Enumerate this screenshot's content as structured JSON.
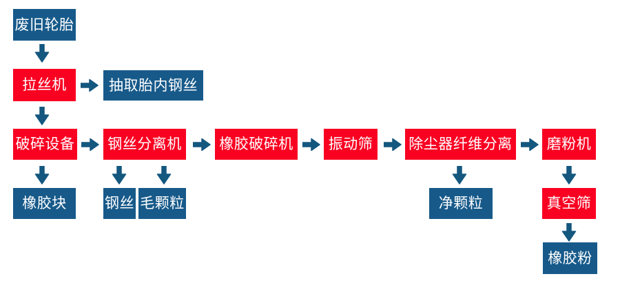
{
  "colors": {
    "box_blue": "#175A8A",
    "box_red": "#F90222",
    "arrow": "#14577F",
    "text": "#FFFFFF",
    "background": "#FFFFFF"
  },
  "flowchart": {
    "nodes": [
      {
        "id": "waste-tires",
        "label": "废旧轮胎",
        "color": "blue"
      },
      {
        "id": "wire-drawing-machine",
        "label": "拉丝机",
        "color": "red"
      },
      {
        "id": "extract-tire-steel-wire",
        "label": "抽取胎内钢丝",
        "color": "blue"
      },
      {
        "id": "crushing-equipment",
        "label": "破碎设备",
        "color": "red"
      },
      {
        "id": "rubber-block",
        "label": "橡胶块",
        "color": "blue"
      },
      {
        "id": "steel-wire-separator",
        "label": "钢丝分离机",
        "color": "red"
      },
      {
        "id": "steel-wire",
        "label": "钢丝",
        "color": "blue"
      },
      {
        "id": "rough-granules",
        "label": "毛颗粒",
        "color": "blue"
      },
      {
        "id": "rubber-crusher",
        "label": "橡胶破碎机",
        "color": "red"
      },
      {
        "id": "vibrating-screen",
        "label": "振动筛",
        "color": "red"
      },
      {
        "id": "dust-collector-fiber-separation",
        "label": "除尘器纤维分离",
        "color": "red"
      },
      {
        "id": "clean-granules",
        "label": "净颗粒",
        "color": "blue"
      },
      {
        "id": "grinding-machine",
        "label": "磨粉机",
        "color": "red"
      },
      {
        "id": "vacuum-screen",
        "label": "真空筛",
        "color": "red"
      },
      {
        "id": "rubber-powder",
        "label": "橡胶粉",
        "color": "blue"
      }
    ],
    "edges": [
      {
        "from": "waste-tires",
        "to": "wire-drawing-machine",
        "direction": "down"
      },
      {
        "from": "wire-drawing-machine",
        "to": "extract-tire-steel-wire",
        "direction": "right"
      },
      {
        "from": "wire-drawing-machine",
        "to": "crushing-equipment",
        "direction": "down"
      },
      {
        "from": "crushing-equipment",
        "to": "steel-wire-separator",
        "direction": "right"
      },
      {
        "from": "crushing-equipment",
        "to": "rubber-block",
        "direction": "down"
      },
      {
        "from": "steel-wire-separator",
        "to": "steel-wire",
        "direction": "down"
      },
      {
        "from": "steel-wire-separator",
        "to": "rough-granules",
        "direction": "down"
      },
      {
        "from": "steel-wire-separator",
        "to": "rubber-crusher",
        "direction": "right"
      },
      {
        "from": "rubber-crusher",
        "to": "vibrating-screen",
        "direction": "right"
      },
      {
        "from": "vibrating-screen",
        "to": "dust-collector-fiber-separation",
        "direction": "right"
      },
      {
        "from": "dust-collector-fiber-separation",
        "to": "clean-granules",
        "direction": "down"
      },
      {
        "from": "dust-collector-fiber-separation",
        "to": "grinding-machine",
        "direction": "right"
      },
      {
        "from": "grinding-machine",
        "to": "vacuum-screen",
        "direction": "down"
      },
      {
        "from": "vacuum-screen",
        "to": "rubber-powder",
        "direction": "down"
      }
    ]
  }
}
